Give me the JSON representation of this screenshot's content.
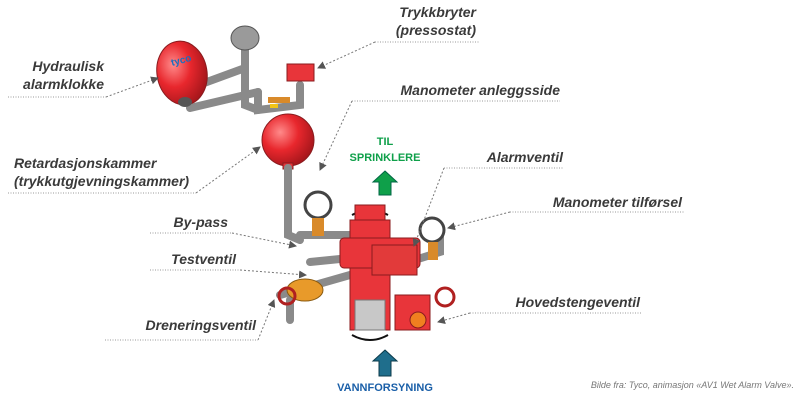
{
  "labels": {
    "pressure_switch": [
      "Trykkbryter",
      "(pressostat)"
    ],
    "alarm_bell": [
      "Hydraulisk",
      "alarmklokke"
    ],
    "gauge_system_side": "Manometer anleggsside",
    "retard_chamber": [
      "Retardasjonskammer",
      "(trykkutgjevningskammer)"
    ],
    "to_sprinklers": [
      "TIL",
      "SPRINKLERE"
    ],
    "alarm_valve": "Alarmventil",
    "gauge_supply": "Manometer tilførsel",
    "bypass": "By-pass",
    "test_valve": "Testventil",
    "main_valve": "Hovedstengeventil",
    "drain_valve": "Dreneringsventil",
    "water_supply": "VANNFORSYNING"
  },
  "bell_logo": "tyco",
  "caption": "Bilde fra: Tyco, animasjon «AV1 Wet Alarm Valve».",
  "colors": {
    "up_arrow": "#0fa04a",
    "down_arrow": "#1f6e8c",
    "water_text": "#1a5fa8",
    "equipment_red": "#e8353a"
  }
}
